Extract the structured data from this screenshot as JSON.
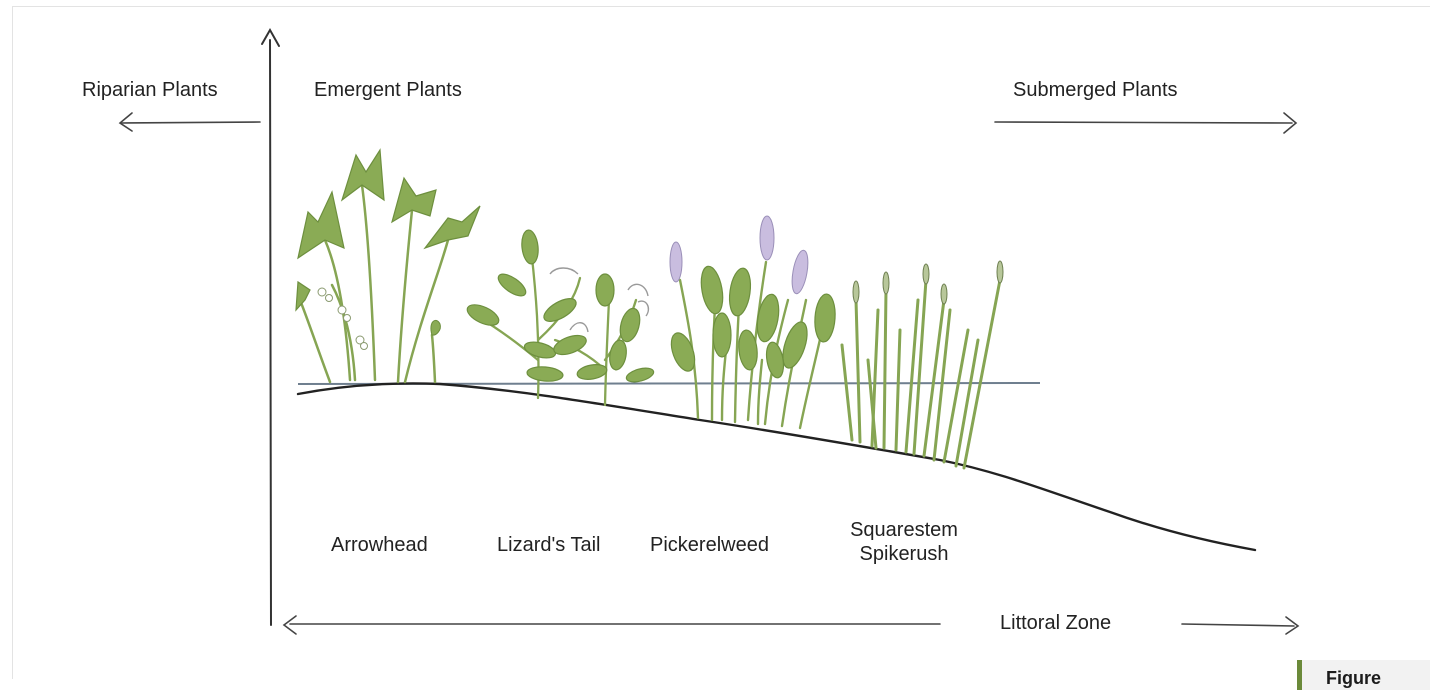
{
  "zones": {
    "riparian": "Riparian Plants",
    "emergent": "Emergent Plants",
    "submerged": "Submerged Plants",
    "littoral": "Littoral Zone"
  },
  "plants": [
    {
      "name": "Arrowhead",
      "flower": "#ffffff"
    },
    {
      "name": "Lizard's Tail",
      "flower": "#ffffff"
    },
    {
      "name": "Pickerelweed",
      "flower": "#c9bddf"
    },
    {
      "name": "Squarestem",
      "name2": "Spikerush"
    }
  ],
  "colors": {
    "leaf": "#8aab55",
    "leaf_dark": "#6d8f3e",
    "stem": "#86a553",
    "ink": "#333333",
    "water_line": "#6f7f8f",
    "accent": "#6b8a3a"
  },
  "figure_tab": {
    "label": "Figure"
  }
}
